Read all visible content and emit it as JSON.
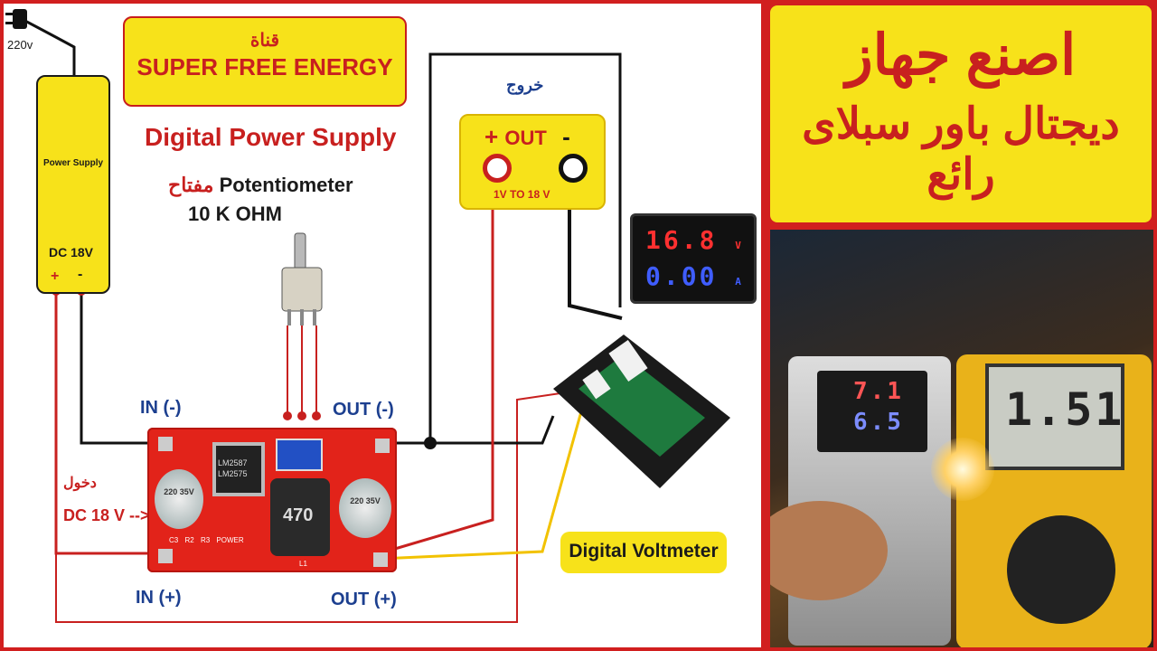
{
  "colors": {
    "accent_red": "#c8201f",
    "panel_yellow": "#f7e21a",
    "label_blue": "#1c3f8f"
  },
  "plug": {
    "label": "220v"
  },
  "channel": {
    "arabic": "قناة",
    "name": "SUPER FREE ENERGY"
  },
  "subtitle": "Digital Power Supply",
  "potentiometer": {
    "arabic": "مفتاح",
    "label": "Potentiometer",
    "value": "10 K OHM"
  },
  "psu": {
    "title": "Power Supply",
    "voltage": "DC 18V",
    "plus": "+",
    "minus": "-"
  },
  "output": {
    "arabic": "خروج",
    "plus": "+",
    "label": "OUT",
    "minus": "-",
    "range": "1V TO 18 V"
  },
  "pins": {
    "in_minus": "IN (-)",
    "out_minus": "OUT (-)",
    "in_plus": "IN (+)",
    "out_plus": "OUT (+)"
  },
  "input_label": {
    "arabic": "دخول",
    "text": "DC 18 V -->"
  },
  "voltmeter": {
    "label": "Digital Voltmeter",
    "voltage": "16.8",
    "voltage_unit": "V",
    "current": "0.00",
    "current_unit": "A"
  },
  "module": {
    "chip1": "LM2587",
    "chip2": "LM2575",
    "marks": [
      "C3",
      "R2",
      "R3",
      "POWER",
      "L1"
    ],
    "cap_text": "220 35V",
    "inductor": "470"
  },
  "headline": {
    "line1": "اصنع جهاز",
    "line2": "ديجتال باور سبلاى رائع"
  },
  "photo": {
    "meter_reading": "1.51",
    "display_top": "7.1",
    "display_bottom": "6.5"
  }
}
